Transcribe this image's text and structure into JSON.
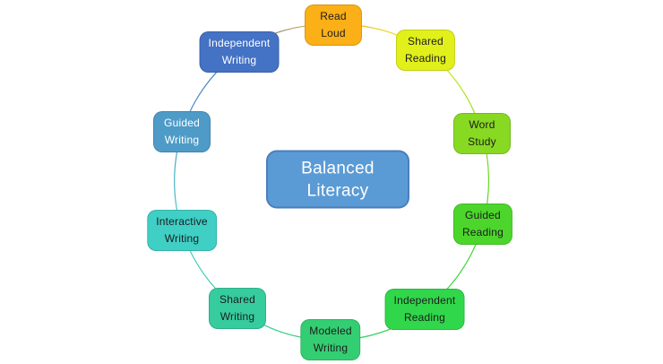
{
  "diagram": {
    "background": "#FFFFFF",
    "center": {
      "lines": [
        "Balanced",
        "Literacy"
      ],
      "bg": "#5B9BD5",
      "border": "#4A7EBC",
      "text_color": "#FFFFFF"
    },
    "nodes": [
      {
        "id": "read-loud",
        "lines": [
          "Read",
          "Loud"
        ],
        "bg": "#FBB017",
        "text_color": "#1C1C1C"
      },
      {
        "id": "shared-reading",
        "lines": [
          "Shared",
          "Reading"
        ],
        "bg": "#E1F01A",
        "text_color": "#1C1C1C"
      },
      {
        "id": "word-study",
        "lines": [
          "Word",
          "Study"
        ],
        "bg": "#88D921",
        "text_color": "#1C1C1C"
      },
      {
        "id": "guided-reading",
        "lines": [
          "Guided",
          "Reading"
        ],
        "bg": "#4CD62C",
        "text_color": "#1C1C1C"
      },
      {
        "id": "independent-reading",
        "lines": [
          "Independent",
          "Reading"
        ],
        "bg": "#30D74A",
        "text_color": "#1C1C1C"
      },
      {
        "id": "modeled-writing",
        "lines": [
          "Modeled",
          "Writing"
        ],
        "bg": "#34CE72",
        "text_color": "#1C1C1C"
      },
      {
        "id": "shared-writing",
        "lines": [
          "Shared",
          "Writing"
        ],
        "bg": "#36CC9D",
        "text_color": "#1C1C1C"
      },
      {
        "id": "interactive-writing",
        "lines": [
          "Interactive",
          "Writing"
        ],
        "bg": "#3FCFC5",
        "text_color": "#1C1C1C"
      },
      {
        "id": "guided-writing",
        "lines": [
          "Guided",
          "Writing"
        ],
        "bg": "#4E9BC8",
        "text_color": "#FFFFFF"
      },
      {
        "id": "independent-writing",
        "lines": [
          "Independent",
          "Writing"
        ],
        "bg": "#4472C4",
        "text_color": "#FFFFFF"
      }
    ]
  }
}
